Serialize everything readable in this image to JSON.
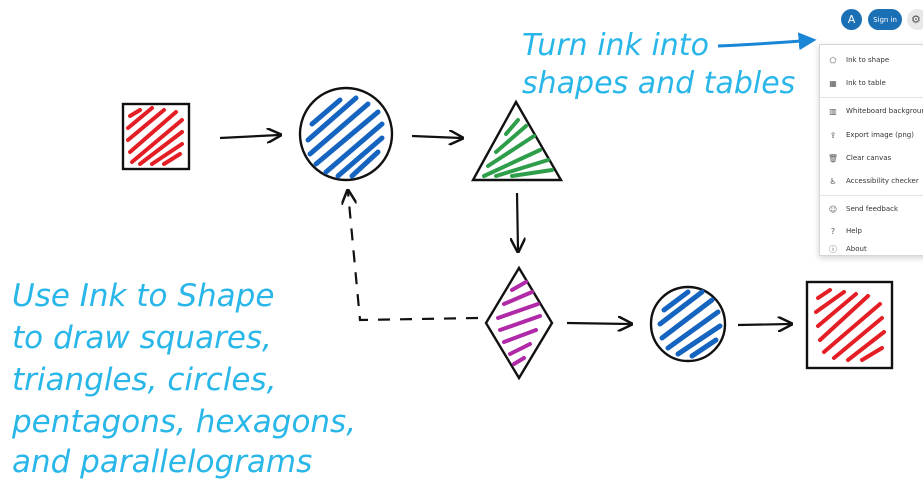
{
  "annotations": {
    "top_lines": [
      "Turn ink into",
      "shapes and tables"
    ],
    "left_lines": [
      "Use Ink to Shape",
      "to draw squares,",
      "triangles, circles,",
      "pentagons, hexagons,",
      "and parallelograms"
    ]
  },
  "header": {
    "avatar_glyph": "A",
    "sign_in_label": "Sign in",
    "settings_glyph": "⚙"
  },
  "menu": {
    "items": [
      {
        "label": "Ink to shape",
        "icon": "ink-shape-icon",
        "glyph": "⬠",
        "toggle": true
      },
      {
        "label": "Ink to table",
        "icon": "table-icon",
        "glyph": "▦",
        "toggle": true
      },
      {
        "label": "Whiteboard background",
        "icon": "background-icon",
        "glyph": "▥",
        "toggle": false
      },
      {
        "label": "Export image (png)",
        "icon": "export-icon",
        "glyph": "⇪",
        "toggle": false
      },
      {
        "label": "Clear canvas",
        "icon": "trash-icon",
        "glyph": "🗑",
        "toggle": false
      },
      {
        "label": "Accessibility checker",
        "icon": "accessibility-icon",
        "glyph": "♿",
        "toggle": false
      },
      {
        "label": "Send feedback",
        "icon": "feedback-icon",
        "glyph": "☺",
        "toggle": false
      },
      {
        "label": "Help",
        "icon": "help-icon",
        "glyph": "?",
        "toggle": false
      },
      {
        "label": "About",
        "icon": "info-icon",
        "glyph": "ⓘ",
        "toggle": false
      }
    ]
  },
  "colors": {
    "annotation": "#29b6e8",
    "ink_red": "#e31e24",
    "ink_blue": "#1565c0",
    "ink_green": "#2e9e4a",
    "ink_purple": "#b02aa8",
    "accent": "#1a6fb5"
  }
}
